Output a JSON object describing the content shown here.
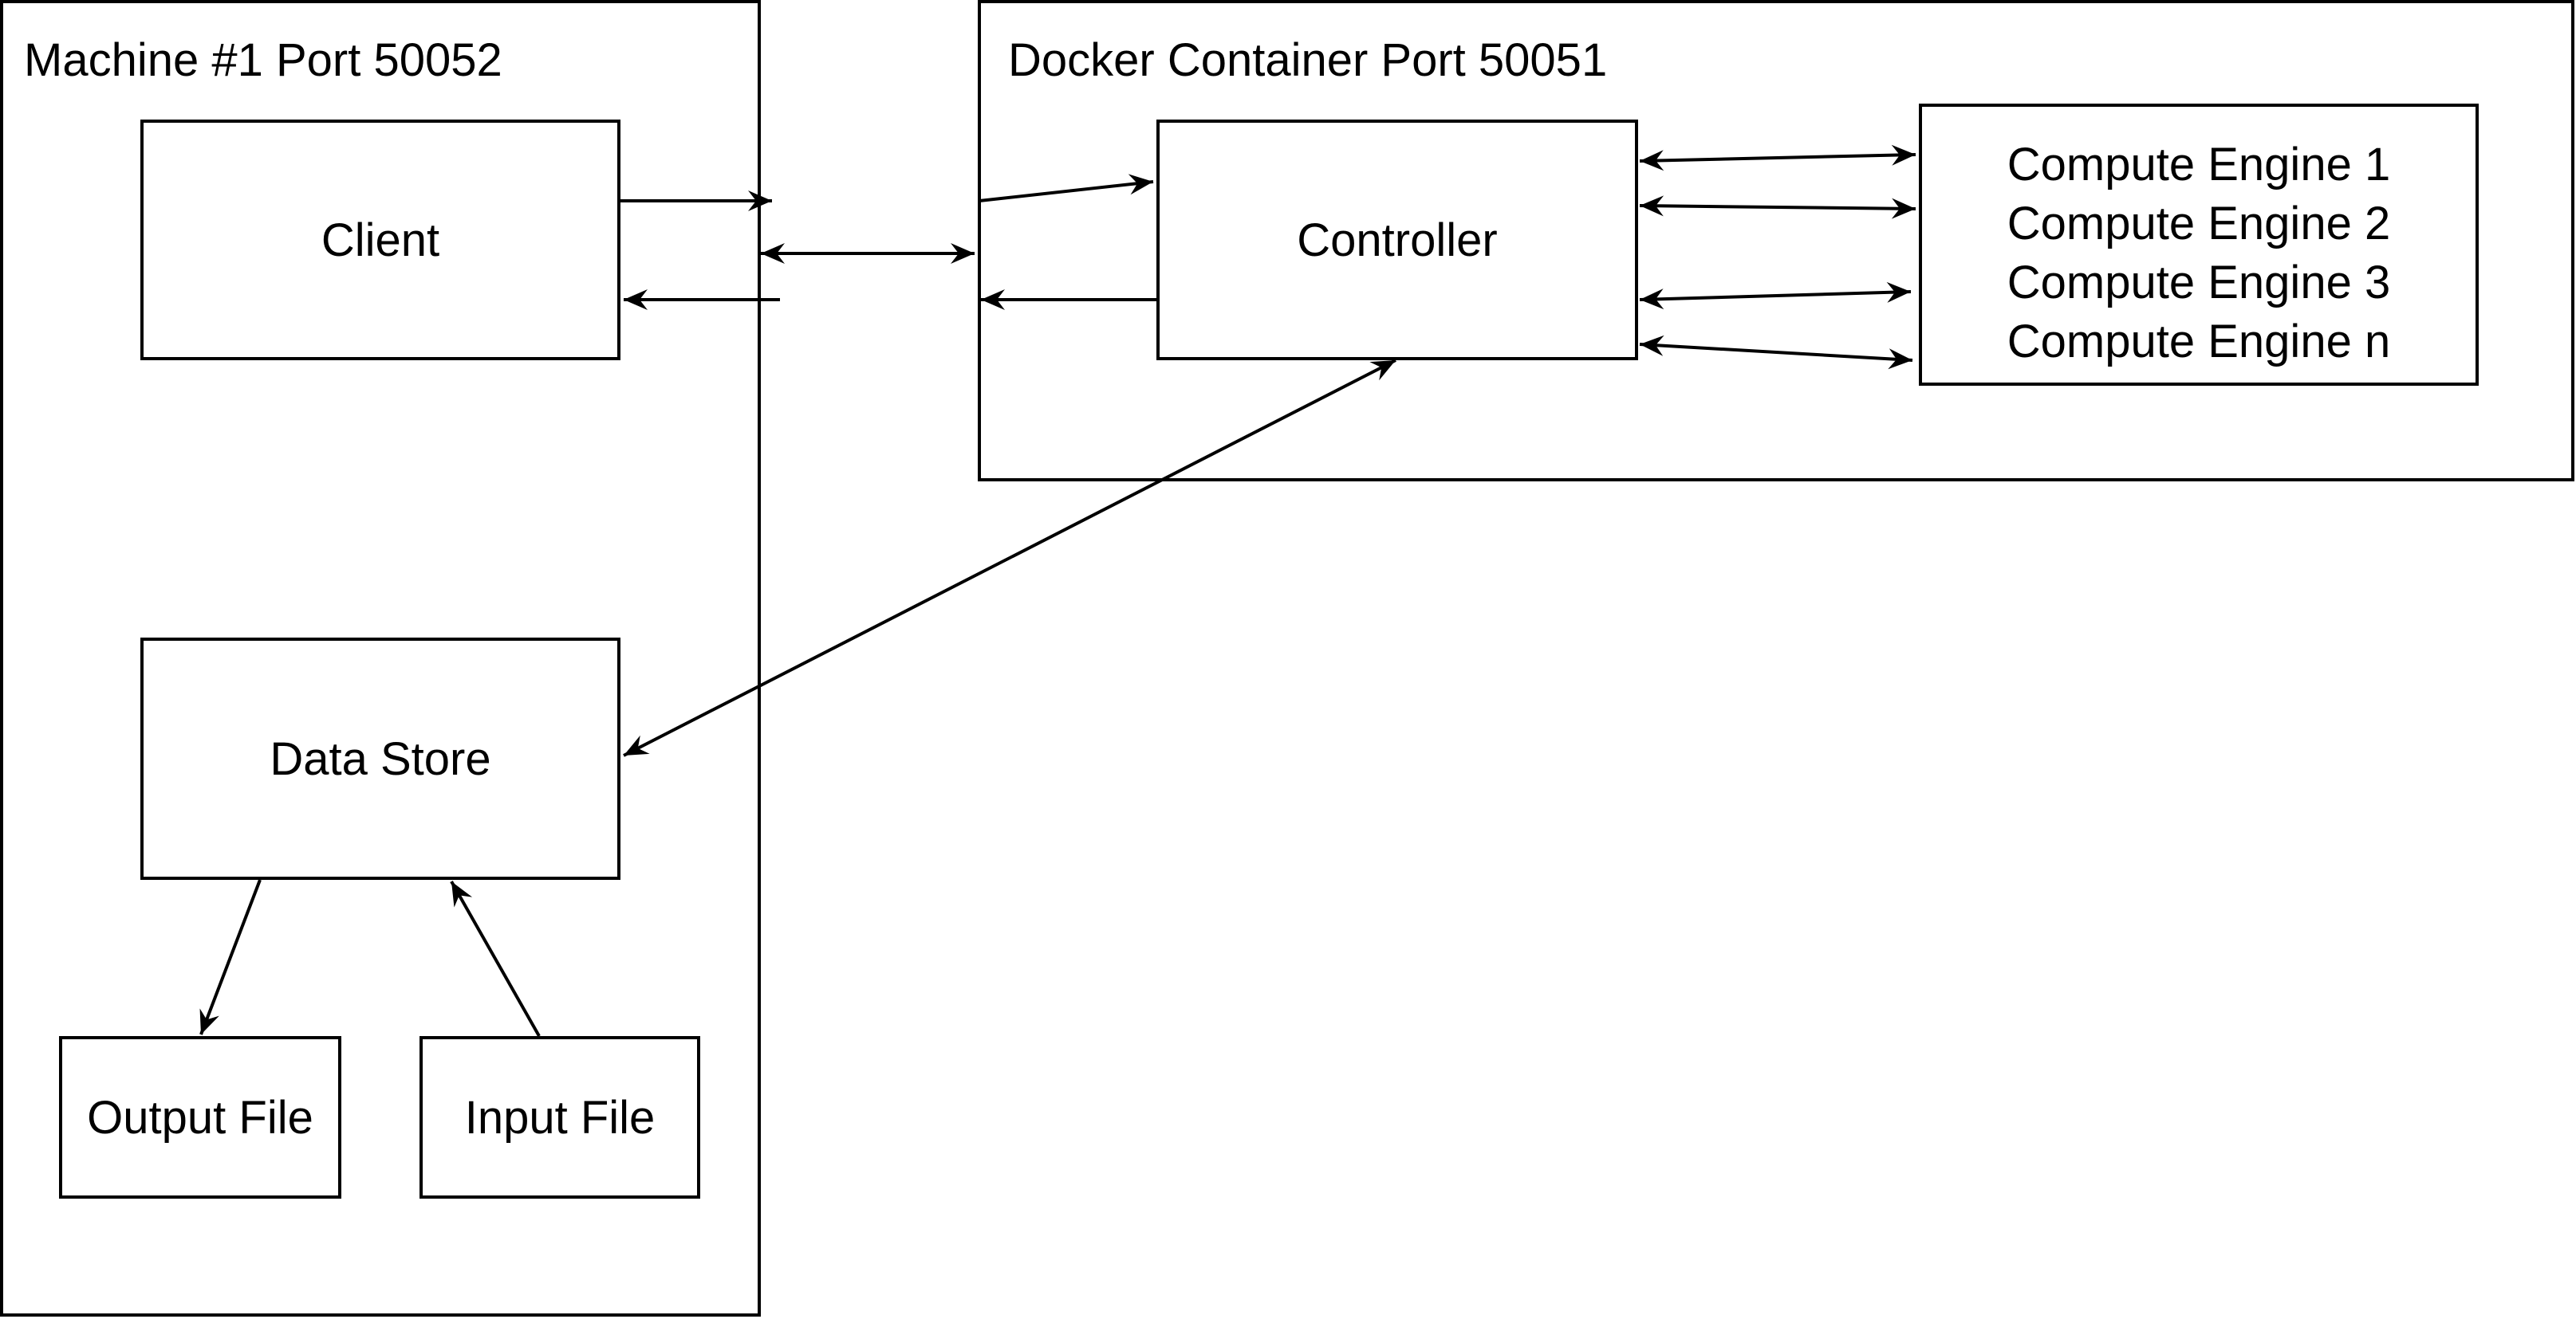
{
  "containers": {
    "machine_title": "Machine #1 Port 50052",
    "docker_title": "Docker Container Port 50051"
  },
  "nodes": {
    "client": "Client",
    "controller": "Controller",
    "data_store": "Data Store",
    "output_file": "Output File",
    "input_file": "Input File"
  },
  "compute_engines": [
    "Compute Engine 1",
    "Compute Engine 2",
    "Compute Engine 3",
    "Compute Engine n"
  ],
  "colors": {
    "stroke": "#000000",
    "background": "#ffffff"
  }
}
